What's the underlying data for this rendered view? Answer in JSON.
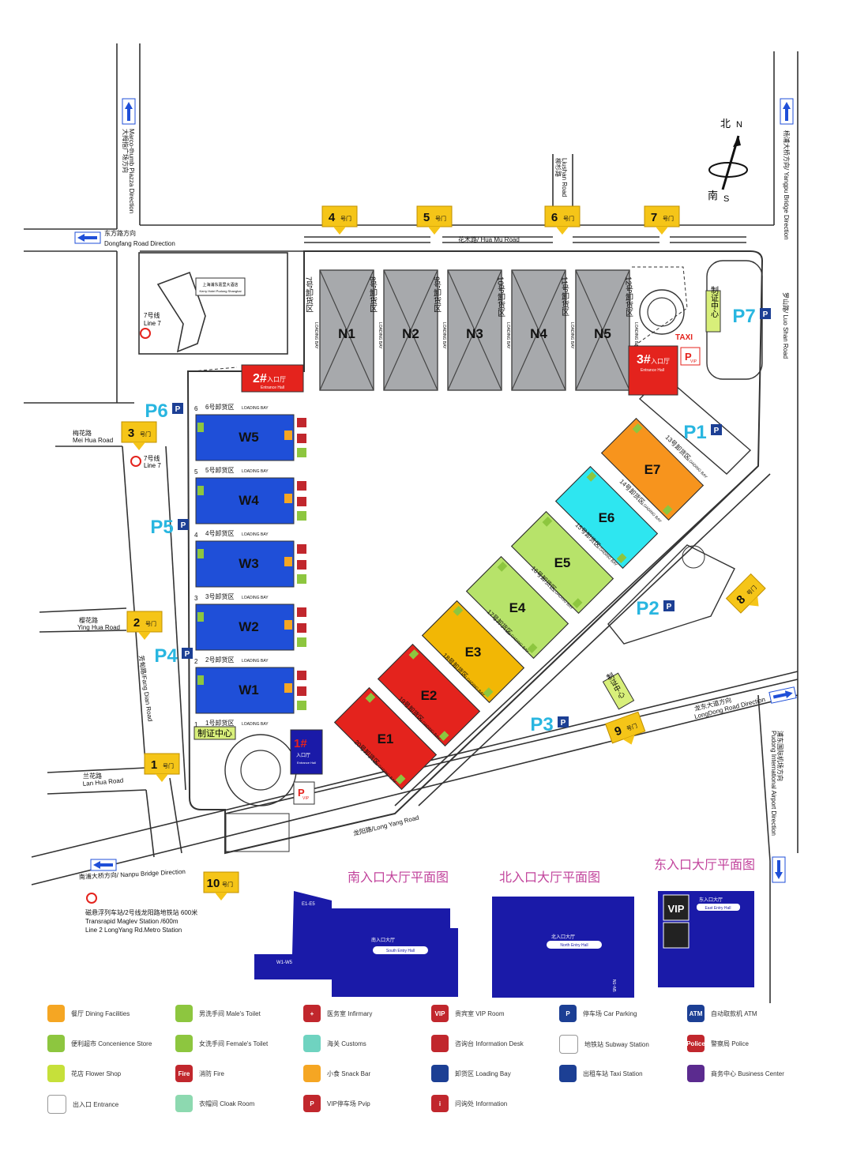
{
  "gates": [
    "1号门",
    "2号门",
    "3号门",
    "4号门",
    "5号门",
    "6号门",
    "7号门",
    "8号门",
    "9号门",
    "10号门"
  ],
  "parking": [
    "P1",
    "P2",
    "P3",
    "P4",
    "P5",
    "P6",
    "P7"
  ],
  "halls": {
    "north": [
      "N1",
      "N2",
      "N3",
      "N4",
      "N5"
    ],
    "west": [
      "W5",
      "W4",
      "W3",
      "W2",
      "W1"
    ],
    "east": [
      "E7",
      "E6",
      "E5",
      "E4",
      "E3",
      "E2",
      "E1"
    ]
  },
  "north_bays": [
    "7号卸货区",
    "8号卸货区",
    "9号卸货区",
    "10号卸货区",
    "11号卸货区",
    "12号卸货区"
  ],
  "north_bay_en": "LOADING BAY",
  "west_bays": [
    "6号卸货区",
    "5号卸货区",
    "4号卸货区",
    "3号卸货区",
    "2号卸货区",
    "1号卸货区"
  ],
  "east_bays": [
    "13号卸货区",
    "14号卸货区",
    "15号卸货区",
    "16号卸货区",
    "17号卸货区",
    "18号卸货区",
    "19号卸货区",
    "20号卸货区"
  ],
  "loading_bay_en": "LOADING BAY",
  "entrances": {
    "e1_num": "1#",
    "e1_cn": "入口厅",
    "e1_en": "Entrance Hall",
    "e2_num": "2#",
    "e2_cn": "入口厅",
    "e2_en": "Entrance Hall",
    "e3_num": "3#",
    "e3_cn": "入口厅",
    "e3_en": "Entrance Hall"
  },
  "labels": {
    "taxi": "TAXI",
    "cert_center": "制证中心",
    "north_cn": "北",
    "north_en": "N",
    "south_cn": "南",
    "south_en": "S",
    "kerry": "上海浦东嘉里大酒店",
    "kerry_en": "Kerry Hotel Pudong Shanghai",
    "line7": "7号线",
    "line7_en": "Line 7",
    "pvip": "P",
    "vip_sub": "VIP"
  },
  "roads": {
    "dongfang": "东方路方向",
    "dongfang_en": "Dongfang Road Direction",
    "huamu": "花木路/ Hua Mu Road",
    "meihua": "梅花路",
    "meihua_en": "Mei Hua Road",
    "yinghua": "樱花路",
    "yinghua_en": "Ying Hua Road",
    "lanhua": "兰花路",
    "lanhua_en": "Lan Hua Road",
    "fangdian": "芳甸路/Fang Dian Road",
    "longyang": "龙阳路/Long Yang Road",
    "nanpu": "南浦大桥方向/ Nanpu Bridge Direction",
    "longdong": "龙东大道方向",
    "longdong_en": "LongDong Road Direction",
    "luoshan": "罗山路/ Luo Shan Road",
    "liushan": "柳杉路",
    "liushan_en": "Liushan Road",
    "mingri": "大拇指广场方向",
    "mingri_en": "Marco-thumb Piazza Direction",
    "yangpu": "杨浦大桥方向/ Yangpu Bridge Direction",
    "pudong_airport": "浦东国际机场方向",
    "pudong_airport_en": "Pudong International Airport Direction"
  },
  "maglev": {
    "l1": "磁悬浮列车站/2号线龙阳路地铁站 600米",
    "l2": "Transrapid Maglev Station /600m",
    "l3": "Line 2 LongYang Rd.Metro Station"
  },
  "plans": {
    "south_title": "南入口大厅平面图",
    "north_title": "北入口大厅平面图",
    "east_title": "东入口大厅平面图",
    "south_hall_cn": "南入口大厅",
    "south_hall_en": "South Entry Hall",
    "north_hall_cn": "北入口大厅",
    "north_hall_en": "North Entry Hall",
    "east_hall_cn": "东入口大厅",
    "east_hall_en": "East Entry Hall",
    "e1e5": "E1-E5",
    "w1w5": "W1-W5",
    "n1n5": "N1~N5",
    "vip": "VIP"
  },
  "legend": [
    {
      "label": "餐厅 Dining Facilities",
      "color": "#f5a623",
      "icon": "dining-icon"
    },
    {
      "label": "男洗手间 Male's Toilet",
      "color": "#8dc63f",
      "icon": "male-toilet-icon"
    },
    {
      "label": "医务室 Infirmary",
      "color": "#c1272d",
      "icon": "infirmary-icon",
      "glyph": "+"
    },
    {
      "label": "贵宾室 VIP Room",
      "color": "#c1272d",
      "icon": "vip-room-icon",
      "glyph": "VIP"
    },
    {
      "label": "停车场 Car Parking",
      "color": "#1c3f94",
      "icon": "parking-icon",
      "glyph": "P"
    },
    {
      "label": "自动取款机 ATM",
      "color": "#1c3f94",
      "icon": "atm-icon",
      "glyph": "ATM"
    },
    {
      "label": "便利超市 Concenience Store",
      "color": "#8dc63f",
      "icon": "store-icon"
    },
    {
      "label": "女洗手间 Female's Toilet",
      "color": "#8dc63f",
      "icon": "female-toilet-icon"
    },
    {
      "label": "海关 Customs",
      "color": "#6fd3c0",
      "icon": "customs-icon"
    },
    {
      "label": "咨询台 Information Desk",
      "color": "#c1272d",
      "icon": "info-desk-icon"
    },
    {
      "label": "地铁站 Subway Station",
      "color": "#ffffff",
      "icon": "subway-icon"
    },
    {
      "label": "警察局 Police",
      "color": "#c1272d",
      "icon": "police-icon",
      "glyph": "Police"
    },
    {
      "label": "花店 Flower Shop",
      "color": "#c6e03a",
      "icon": "flower-icon"
    },
    {
      "label": "消防 Fire",
      "color": "#c1272d",
      "icon": "fire-icon",
      "glyph": "Fire"
    },
    {
      "label": "小食 Snack Bar",
      "color": "#f5a623",
      "icon": "snack-icon"
    },
    {
      "label": "卸货区 Loading Bay",
      "color": "#1c3f94",
      "icon": "loading-bay-icon"
    },
    {
      "label": "出租车站 Taxi Station",
      "color": "#1c3f94",
      "icon": "taxi-icon"
    },
    {
      "label": "商务中心 Business Center",
      "color": "#5b2b8f",
      "icon": "business-icon"
    },
    {
      "label": "出入口 Entrance",
      "color": "#ffffff",
      "icon": "entrance-icon"
    },
    {
      "label": "衣帽间 Cloak Room",
      "color": "#8dd9b0",
      "icon": "cloak-icon"
    },
    {
      "label": "VIP停车场 Pvip",
      "color": "#c1272d",
      "icon": "pvip-icon",
      "glyph": "P"
    },
    {
      "label": "问询处 Information",
      "color": "#c1272d",
      "icon": "information-icon",
      "glyph": "i"
    }
  ],
  "colors": {
    "blue": "#1f4fd8",
    "gray": "#a7a9ac",
    "orange": "#f7941d",
    "cyan": "#2ee6f0",
    "lime": "#b7e36a",
    "yellow": "#f2b705",
    "red": "#e4231d",
    "gate": "#f5c518",
    "parkingText": "#29b6e0",
    "purple": "#c2449c",
    "navy": "#1a1aa8"
  }
}
